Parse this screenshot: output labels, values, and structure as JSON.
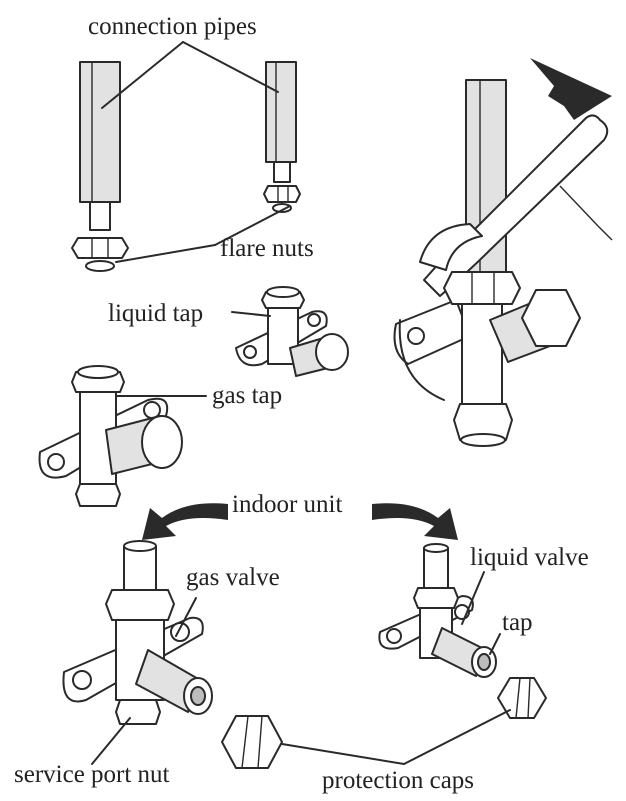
{
  "labels": {
    "connection_pipes": "connection pipes",
    "flare_nuts": "flare nuts",
    "liquid_tap": "liquid tap",
    "gas_tap": "gas tap",
    "indoor_unit": "indoor unit",
    "gas_valve": "gas valve",
    "liquid_valve": "liquid valve",
    "tap": "tap",
    "service_port_nut": "service port nut",
    "protection_caps": "protection caps"
  },
  "colors": {
    "ink": "#2a2a2a",
    "shade": "#e2e2e2",
    "background": "#ffffff"
  }
}
